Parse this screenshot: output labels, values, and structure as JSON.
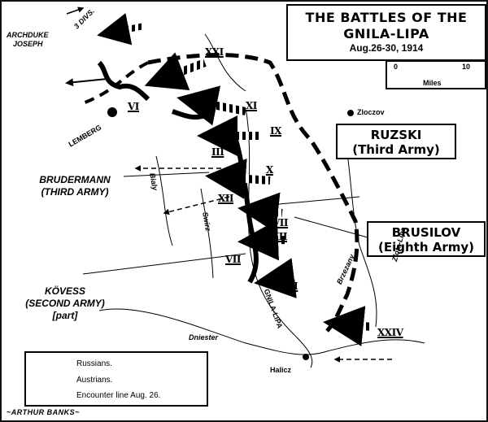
{
  "title": {
    "line1": "THE BATTLES OF THE",
    "line2": "GNILA-LIPA",
    "dates": "Aug.26-30, 1914"
  },
  "scale": {
    "start": "0",
    "end": "10",
    "unit": "Miles"
  },
  "armies": {
    "ruzski_name": "RUZSKI",
    "ruzski_sub": "(Third Army)",
    "brusilov_name": "BRUSILOV",
    "brusilov_sub": "(Eighth Army)",
    "brudermann_name": "BRUDERMANN",
    "brudermann_sub": "(THIRD ARMY)",
    "kovess_name": "KÖVESS",
    "kovess_sub": "(SECOND ARMY)",
    "kovess_note": "[part]"
  },
  "places": {
    "lemberg": "LEMBERG",
    "zloczov": "Zloczov",
    "halicz": "Halicz",
    "dniester": "Dniester",
    "gnila_lipa": "GNILA-LIPA",
    "zlota_lipa": "Zlota-Lipa",
    "brzezany": "Brzezany",
    "bialy": "Bialy",
    "swirz": "Swirz"
  },
  "top_labels": {
    "archduke_1": "ARCHDUKE",
    "archduke_2": "JOSEPH",
    "divs": "3 DIVS."
  },
  "corps": {
    "xxi": "XXI",
    "xi_russian": "XI",
    "vi": "VI",
    "iii": "III",
    "ix": "IX",
    "x": "X",
    "xii_west": "XII",
    "vii_russian": "VII",
    "xii_east": "XII",
    "vii_west": "VII",
    "viii": "VIII",
    "xxiv": "XXIV"
  },
  "legend": {
    "russians": "Russians.",
    "austrians": "Austrians.",
    "encounter": "Encounter line Aug. 26."
  },
  "signature": "~ARTHUR BANKS~"
}
